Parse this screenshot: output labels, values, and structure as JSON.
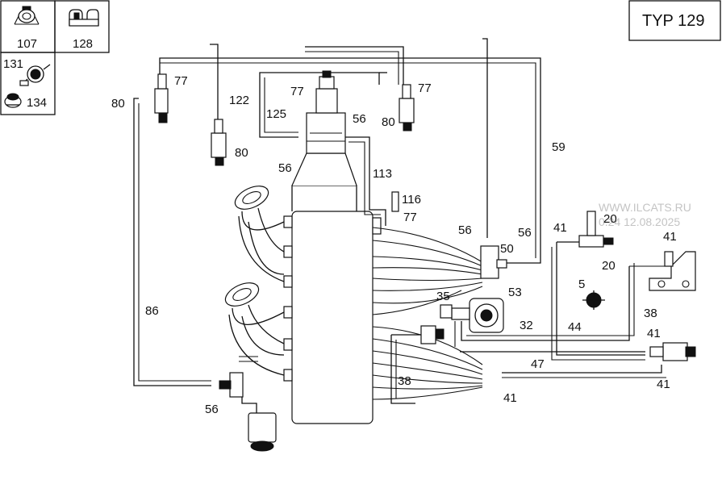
{
  "title": "TYP 129",
  "watermark": "WWW.ILCATS.RU",
  "watermark_date": "0.24 12.08.2025",
  "legend": [
    {
      "part": "107",
      "icon": "hose-clip-icon"
    },
    {
      "part": "128",
      "icon": "double-clip-icon"
    },
    {
      "part": "131",
      "icon": "pipe-clamp-icon"
    },
    {
      "part": "134",
      "icon": "grommet-icon"
    }
  ],
  "callouts": {
    "c77a": "77",
    "c77b": "77",
    "c77c": "77",
    "c77d": "77",
    "c80a": "80",
    "c80b": "80",
    "c80c": "80",
    "c122": "122",
    "c125": "125",
    "c56a": "56",
    "c56b": "56",
    "c56c": "56",
    "c56d": "56",
    "c56e": "56",
    "c113": "113",
    "c116": "116",
    "c59": "59",
    "c50": "50",
    "c53": "53",
    "c41a": "41",
    "c41b": "41",
    "c41c": "41",
    "c41d": "41",
    "c41e": "41",
    "c20a": "20",
    "c20b": "20",
    "c5": "5",
    "c35": "35",
    "c32": "32",
    "c44": "44",
    "c47": "47",
    "c38a": "38",
    "c38b": "38",
    "c86": "86"
  }
}
